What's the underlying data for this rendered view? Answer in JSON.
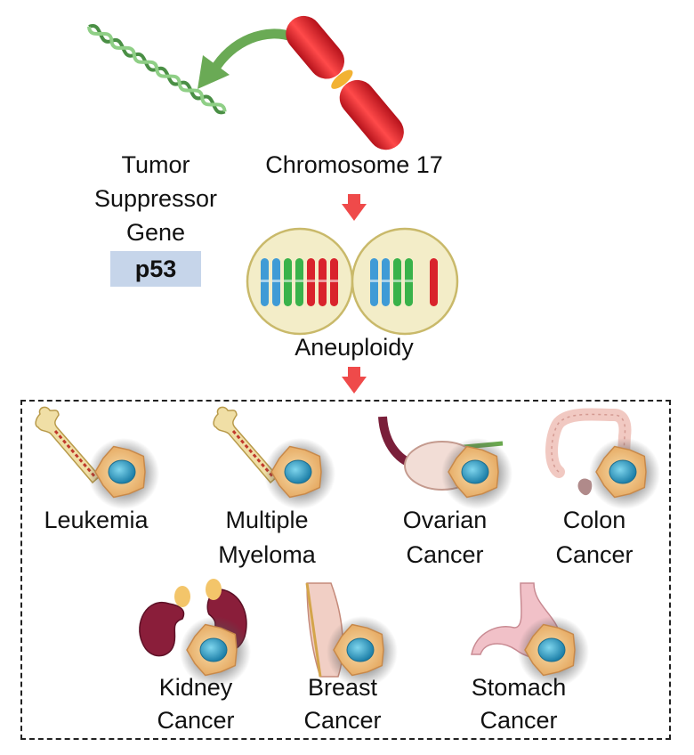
{
  "top": {
    "tumor_gene_line1": "Tumor",
    "tumor_gene_line2": "Suppressor",
    "tumor_gene_line3": "Gene",
    "gene_name": "p53",
    "chromosome_label": "Chromosome 17",
    "aneuploidy_label": "Aneuploidy"
  },
  "cancers": [
    {
      "line1": "Leukemia",
      "line2": ""
    },
    {
      "line1": "Multiple",
      "line2": "Myeloma"
    },
    {
      "line1": "Ovarian",
      "line2": "Cancer"
    },
    {
      "line1": "Colon",
      "line2": "Cancer"
    },
    {
      "line1": "Kidney",
      "line2": "Cancer"
    },
    {
      "line1": "Breast",
      "line2": "Cancer"
    },
    {
      "line1": "Stomach",
      "line2": "Cancer"
    }
  ],
  "colors": {
    "dna": "#6fb06a",
    "chromosome": "#e0262c",
    "centromere": "#f2b233",
    "arrow": "#ef4a4a",
    "green_arrow": "#6aaa55",
    "cell_fill": "#f3edc8",
    "cell_stroke": "#c9b96a",
    "chrom_blue": "#3f9bd6",
    "chrom_green": "#39b24a",
    "chrom_red": "#d9232c",
    "p53_box": "#c6d5ea",
    "tumor_cell": "#f0c38a",
    "nucleus": "#2a9bbf"
  }
}
